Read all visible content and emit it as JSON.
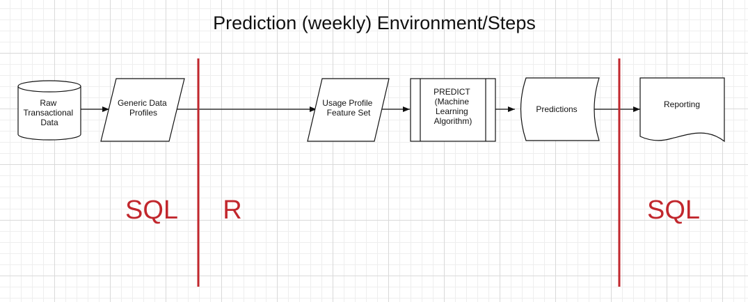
{
  "title": "Prediction (weekly) Environment/Steps",
  "nodes": {
    "raw_data": [
      "Raw",
      "Transactional",
      "Data"
    ],
    "generic_profiles": [
      "Generic Data",
      "Profiles"
    ],
    "usage_profile": [
      "Usage Profile",
      "Feature Set"
    ],
    "predict": [
      "PREDICT",
      "(Machine",
      "Learning",
      "Algorithm)"
    ],
    "predictions": [
      "Predictions"
    ],
    "reporting": [
      "Reporting"
    ]
  },
  "environments": {
    "left": "SQL",
    "middle": "R",
    "right": "SQL"
  },
  "colors": {
    "divider": "#c1272d",
    "environment_label": "#c1272d",
    "stroke": "#111111",
    "grid": "#d9d9d9"
  }
}
